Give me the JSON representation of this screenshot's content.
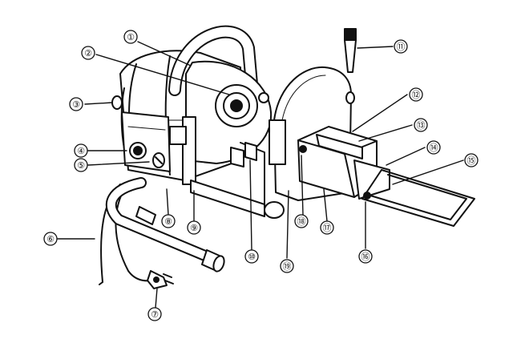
{
  "callouts": [
    {
      "id": 1,
      "label": "①"
    },
    {
      "id": 2,
      "label": "②"
    },
    {
      "id": 3,
      "label": "③"
    },
    {
      "id": 4,
      "label": "④"
    },
    {
      "id": 5,
      "label": "⑤"
    },
    {
      "id": 6,
      "label": "⑥"
    },
    {
      "id": 7,
      "label": "⑦"
    },
    {
      "id": 8,
      "label": "⑧"
    },
    {
      "id": 9,
      "label": "⑨"
    },
    {
      "id": 10,
      "label": "⑩"
    },
    {
      "id": 11,
      "label": "⑪"
    },
    {
      "id": 12,
      "label": "⑫"
    },
    {
      "id": 13,
      "label": "⑬"
    },
    {
      "id": 14,
      "label": "⑭"
    },
    {
      "id": 15,
      "label": "⑮"
    },
    {
      "id": 16,
      "label": "⑯"
    },
    {
      "id": 17,
      "label": "⑰"
    },
    {
      "id": 18,
      "label": "⑱"
    },
    {
      "id": 19,
      "label": "⑲"
    }
  ],
  "colors": {
    "ink": "#111111",
    "paper": "#ffffff",
    "shade": "#9a9a9a"
  }
}
